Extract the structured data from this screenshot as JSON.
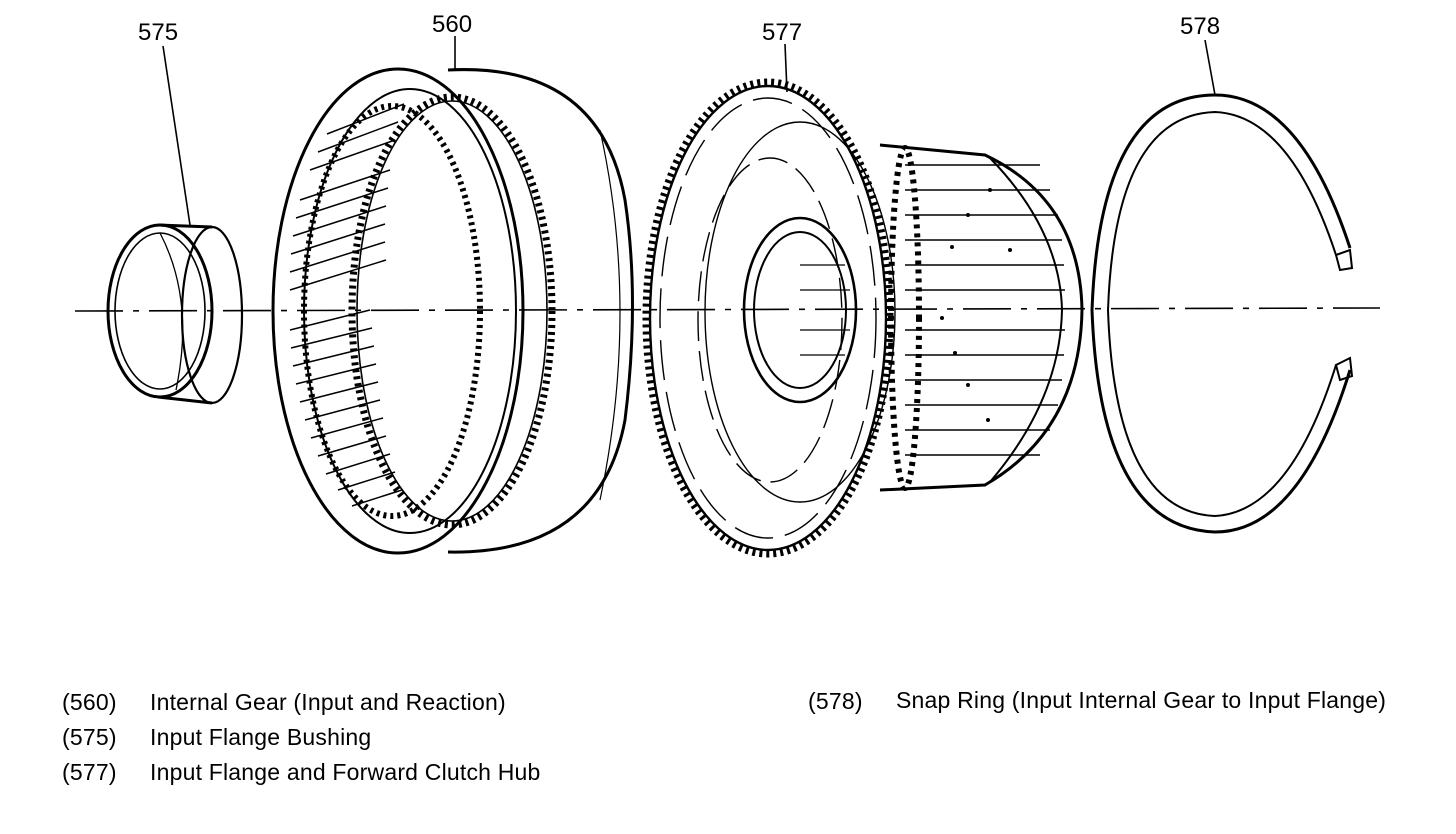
{
  "callouts": {
    "part_575": "575",
    "part_560": "560",
    "part_577": "577",
    "part_578": "578"
  },
  "legend": {
    "left": [
      {
        "code": "(560)",
        "description": "Internal Gear (Input and Reaction)"
      },
      {
        "code": "(575)",
        "description": "Input Flange Bushing"
      },
      {
        "code": "(577)",
        "description": "Input Flange and Forward Clutch Hub"
      }
    ],
    "right": [
      {
        "code": "(578)",
        "description": "Snap Ring (Input Internal Gear to Input Flange)"
      }
    ]
  }
}
